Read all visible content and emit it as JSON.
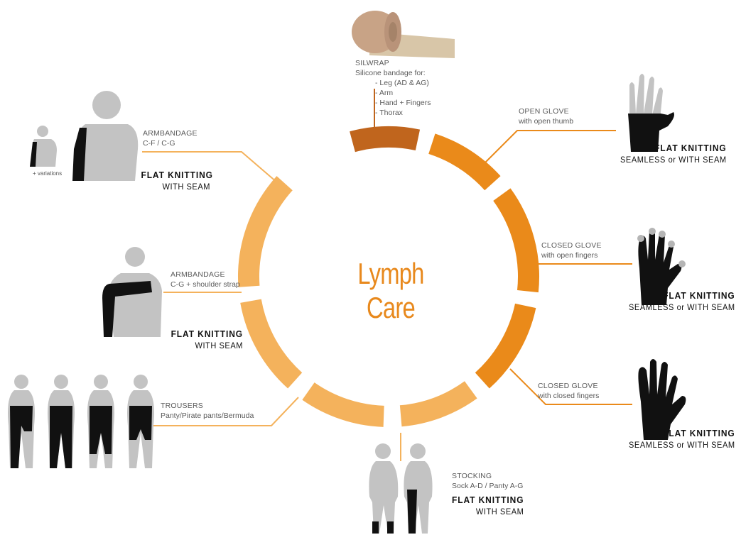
{
  "center_title": "Lymph Care",
  "colors": {
    "segment_dark": "#c0651d",
    "segment_mid": "#ea8a1a",
    "segment_light": "#f4b25c",
    "body_gray": "#c3c3c3",
    "garment_black": "#111111"
  },
  "products": [
    {
      "id": "silwrap",
      "title": "SILWRAP",
      "subtitle": "Silicone bandage for:",
      "items": [
        "Leg (AD & AG)",
        "Arm",
        "Hand + Fingers",
        "Thorax"
      ],
      "icon": "bandage-roll-icon"
    },
    {
      "id": "open-glove",
      "title": "OPEN GLOVE",
      "subtitle": "with open thumb",
      "tech_bold": "FLAT KNITTING",
      "tech_sub": "SEAMLESS or WITH SEAM",
      "icon": "open-glove-icon"
    },
    {
      "id": "closed-glove-open",
      "title": "CLOSED GLOVE",
      "subtitle": "with open fingers",
      "tech_bold": "FLAT KNITTING",
      "tech_sub": "SEAMLESS or WITH SEAM",
      "icon": "glove-open-fingers-icon"
    },
    {
      "id": "closed-glove-closed",
      "title": "CLOSED GLOVE",
      "subtitle": "with closed fingers",
      "tech_bold": "FLAT KNITTING",
      "tech_sub": "SEAMLESS or WITH SEAM",
      "icon": "glove-closed-fingers-icon"
    },
    {
      "id": "stocking",
      "title": "STOCKING",
      "subtitle": "Sock A-D / Panty A-G",
      "tech_bold": "FLAT KNITTING",
      "tech_sub": "WITH SEAM",
      "icon": "stocking-figures-icon"
    },
    {
      "id": "trousers",
      "title": "TROUSERS",
      "subtitle": "Panty/Pirate pants/Bermuda",
      "icon": "trousers-figures-icon"
    },
    {
      "id": "armbandage-strap",
      "title": "ARMBANDAGE",
      "subtitle": "C-G + shoulder strap",
      "tech_bold": "FLAT KNITTING",
      "tech_sub": "WITH SEAM",
      "icon": "arm-shoulder-strap-icon"
    },
    {
      "id": "armbandage",
      "title": "ARMBANDAGE",
      "subtitle": "C-F / C-G",
      "tech_bold": "FLAT KNITTING",
      "tech_sub": "WITH SEAM",
      "variations_note": "+ variations",
      "icon": "arm-sleeve-icon"
    }
  ]
}
